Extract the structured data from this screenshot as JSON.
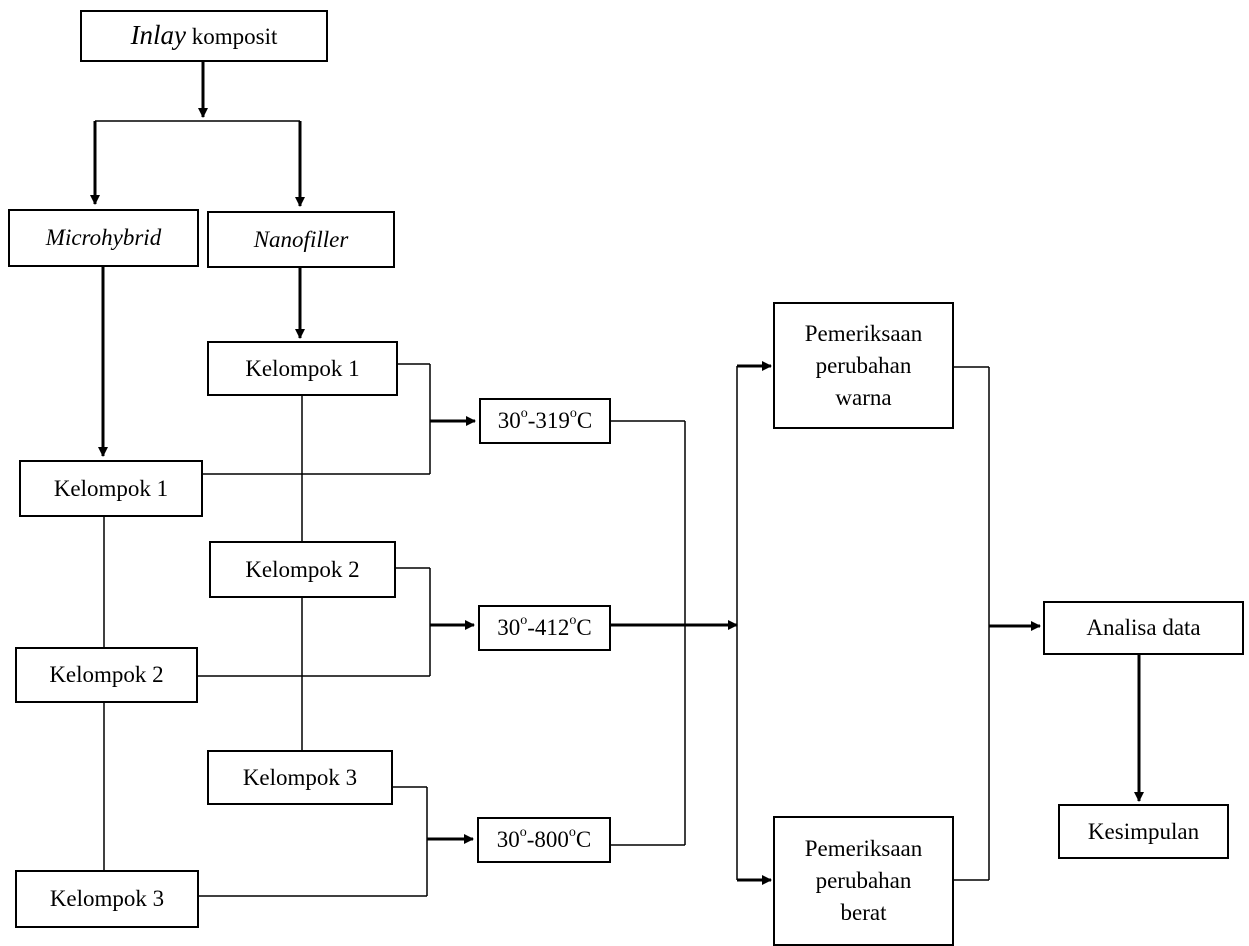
{
  "diagram": {
    "root": {
      "italic": "Inlay",
      "text": "komposit"
    },
    "types": {
      "microhybrid": "Microhybrid",
      "nanofiller": "Nanofiller"
    },
    "nano_groups": [
      "Kelompok 1",
      "Kelompok 2",
      "Kelompok 3"
    ],
    "micro_groups": [
      "Kelompok 1",
      "Kelompok 2",
      "Kelompok 3"
    ],
    "temperatures": [
      {
        "start": "30",
        "end": "319",
        "deg": "o",
        "unit": "C"
      },
      {
        "start": "30",
        "end": "412",
        "deg": "o",
        "unit": "C"
      },
      {
        "start": "30",
        "end": "800",
        "deg": "o",
        "unit": "C"
      }
    ],
    "tests": {
      "color": [
        "Pemeriksaan",
        "perubahan",
        "warna"
      ],
      "weight": [
        "Pemeriksaan",
        "perubahan",
        "berat"
      ]
    },
    "analysis": "Analisa data",
    "conclusion": "Kesimpulan"
  }
}
